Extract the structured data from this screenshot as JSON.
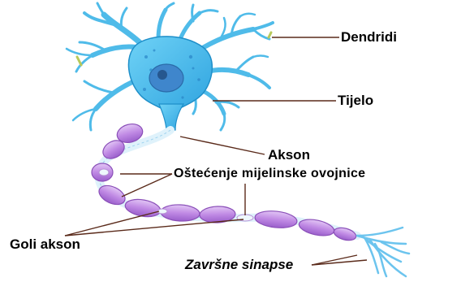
{
  "labels": {
    "dendrites": "Dendridi",
    "cell_body": "Tijelo",
    "axon": "Akson",
    "myelin_damage": "Oštećenje mijelinske ovojnice",
    "bare_axon": "Goli akson",
    "terminal_synapses": "Završne sinapse"
  },
  "colors": {
    "cell_body": "#4fc0ee",
    "cell_body_stroke": "#1f8fc9",
    "nucleus": "#3f86cc",
    "nucleolus": "#26578f",
    "myelin": "#c79ae6",
    "myelin_stroke": "#8a4fb8",
    "bare_axon": "#dff2fb",
    "leader_line": "#5a2a1a"
  }
}
